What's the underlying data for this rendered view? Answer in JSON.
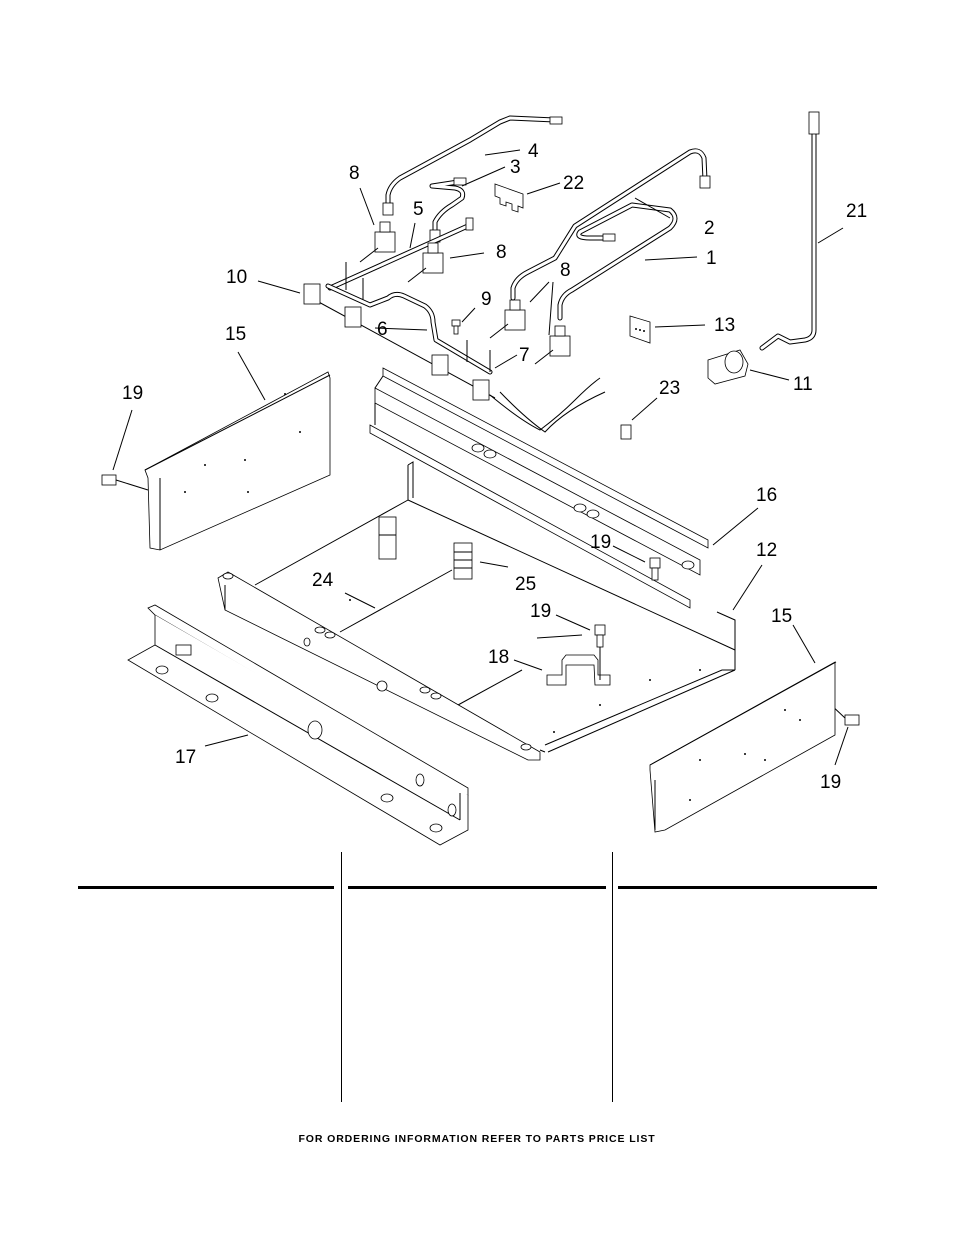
{
  "diagram": {
    "title": "Exploded parts diagram - burner valve / manifold and base assembly",
    "callouts": [
      {
        "id": "c1",
        "label": "1",
        "part": "gas tube"
      },
      {
        "id": "c2",
        "label": "2",
        "part": "gas tube"
      },
      {
        "id": "c3",
        "label": "3",
        "part": "gas tube"
      },
      {
        "id": "c4",
        "label": "4",
        "part": "gas tube"
      },
      {
        "id": "c5",
        "label": "5",
        "part": "gas tube"
      },
      {
        "id": "c6",
        "label": "6",
        "part": "manifold pipe"
      },
      {
        "id": "c7",
        "label": "7",
        "part": "manifold pipe bracket"
      },
      {
        "id": "c8a",
        "label": "8",
        "part": "burner valve"
      },
      {
        "id": "c8b",
        "label": "8",
        "part": "burner valve"
      },
      {
        "id": "c8c",
        "label": "8",
        "part": "burner valve"
      },
      {
        "id": "c9",
        "label": "9",
        "part": "screw"
      },
      {
        "id": "c10",
        "label": "10",
        "part": "igniter switch"
      },
      {
        "id": "c11",
        "label": "11",
        "part": "pressure regulator"
      },
      {
        "id": "c12",
        "label": "12",
        "part": "base pan"
      },
      {
        "id": "c13",
        "label": "13",
        "part": "bracket plate"
      },
      {
        "id": "c15a",
        "label": "15",
        "part": "side panel"
      },
      {
        "id": "c15b",
        "label": "15",
        "part": "side panel"
      },
      {
        "id": "c16",
        "label": "16",
        "part": "rear channel"
      },
      {
        "id": "c17",
        "label": "17",
        "part": "front channel"
      },
      {
        "id": "c18",
        "label": "18",
        "part": "bracket"
      },
      {
        "id": "c19a",
        "label": "19",
        "part": "screw"
      },
      {
        "id": "c19b",
        "label": "19",
        "part": "screw"
      },
      {
        "id": "c19c",
        "label": "19",
        "part": "screw"
      },
      {
        "id": "c19d",
        "label": "19",
        "part": "screw"
      },
      {
        "id": "c21",
        "label": "21",
        "part": "gas tube"
      },
      {
        "id": "c22",
        "label": "22",
        "part": "bracket"
      },
      {
        "id": "c23",
        "label": "23",
        "part": "orifice fitting"
      },
      {
        "id": "c24",
        "label": "24",
        "part": "spark module"
      },
      {
        "id": "c25",
        "label": "25",
        "part": "terminal block"
      }
    ]
  },
  "parts_table": {
    "columns": [
      {
        "header": "",
        "rows": []
      },
      {
        "header": "",
        "rows": []
      },
      {
        "header": "",
        "rows": []
      }
    ]
  },
  "footer": {
    "text": "FOR ORDERING INFORMATION REFER TO PARTS PRICE LIST"
  }
}
